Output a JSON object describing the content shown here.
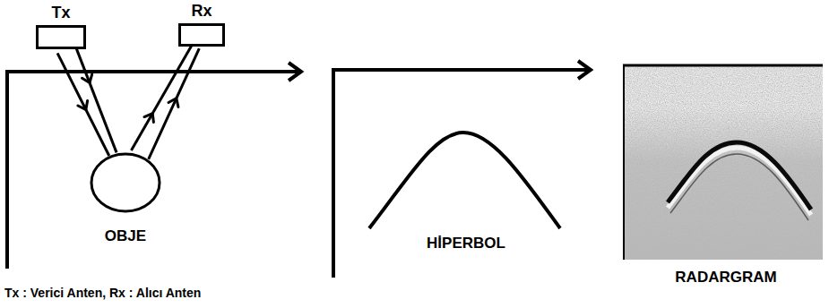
{
  "diagram": {
    "nodes": [
      {
        "text": [
          "Tx"
        ]
      },
      {
        "text": [
          "Rx"
        ]
      },
      {
        "text": [
          "OBJE"
        ]
      }
    ],
    "edges": [
      {
        "from": 0,
        "to": 2,
        "arrow": "to"
      },
      {
        "from": 2,
        "to": 1,
        "arrow": "to"
      }
    ],
    "labels": [
      "HİPERBOL",
      "RADARGRAM",
      "Tx : Verici Anten, Rx : Alıcı Anten"
    ]
  }
}
